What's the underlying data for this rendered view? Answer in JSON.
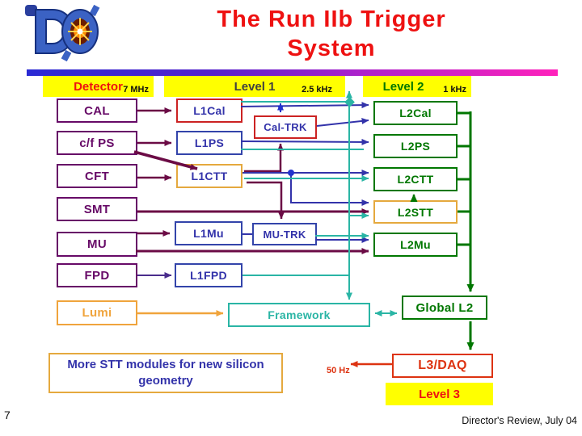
{
  "slide": {
    "page_number": "7",
    "credit": "Director's Review, July 04"
  },
  "title": {
    "line1": "The Run IIb Trigger",
    "line2": "System"
  },
  "logo": {
    "text": "DØ"
  },
  "headers": {
    "detector": {
      "label": "Detector",
      "rate": "7 MHz"
    },
    "level1": {
      "label": "Level 1",
      "rate": "2.5 kHz"
    },
    "level2": {
      "label": "Level 2",
      "rate": "1  kHz"
    },
    "level3": {
      "label": "Level 3"
    }
  },
  "detectors": {
    "cal": "CAL",
    "cfps": "c/f PS",
    "cft": "CFT",
    "smt": "SMT",
    "mu": "MU",
    "fpd": "FPD",
    "lumi": "Lumi"
  },
  "level1": {
    "l1cal": "L1Cal",
    "l1ps": "L1PS",
    "l1ctt": "L1CTT",
    "l1mu": "L1Mu",
    "l1fpd": "L1FPD",
    "cal_trk": "Cal-TRK",
    "mu_trk": "MU-TRK",
    "framework": "Framework"
  },
  "level2": {
    "l2cal": "L2Cal",
    "l2ps": "L2PS",
    "l2ctt": "L2CTT",
    "l2stt": "L2STT",
    "l2mu": "L2Mu",
    "global_l2": "Global L2"
  },
  "level3": {
    "l3daq": "L3/DAQ",
    "output_rate": "50 Hz"
  },
  "note": {
    "text": "More STT modules for new silicon geometry"
  },
  "colors": {
    "purple": "#670a67",
    "maroon": "#6b0b45",
    "navy": "#3333aa",
    "blueb": "#3344aa",
    "redb": "#cc2222",
    "goldb": "#e5a93e",
    "orange": "#f0a43c",
    "green": "#007700",
    "teal": "#2ab5a5",
    "yellow": "#ffff00",
    "titlered": "#ee1111",
    "orangered": "#dd3311",
    "graytext": "#404040",
    "logoblue": "#3b62c4"
  }
}
